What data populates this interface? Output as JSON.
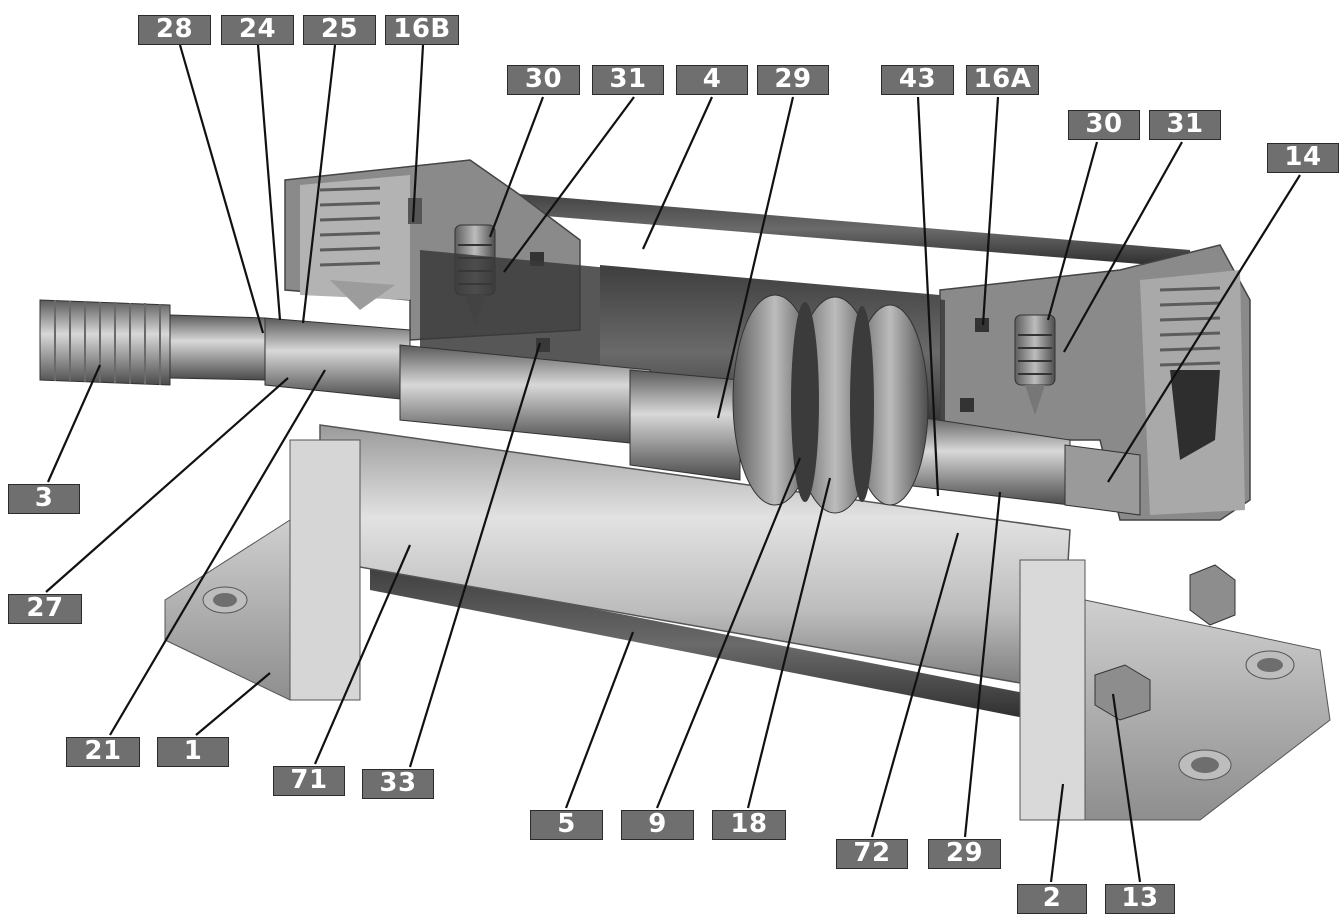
{
  "figure": {
    "subject": "cutaway-pneumatic-cylinder-with-foot-mounts",
    "part_callouts": [
      "28",
      "24",
      "25",
      "16B",
      "30",
      "31",
      "4",
      "29",
      "43",
      "16A",
      "30",
      "31",
      "14",
      "3",
      "27",
      "21",
      "1",
      "71",
      "33",
      "5",
      "9",
      "18",
      "72",
      "29",
      "2",
      "13"
    ]
  },
  "colors": {
    "callout_fill": "#6f6f6f",
    "callout_border": "#2b2b2b",
    "callout_text": "#ffffff",
    "leader_line": "#111111"
  }
}
